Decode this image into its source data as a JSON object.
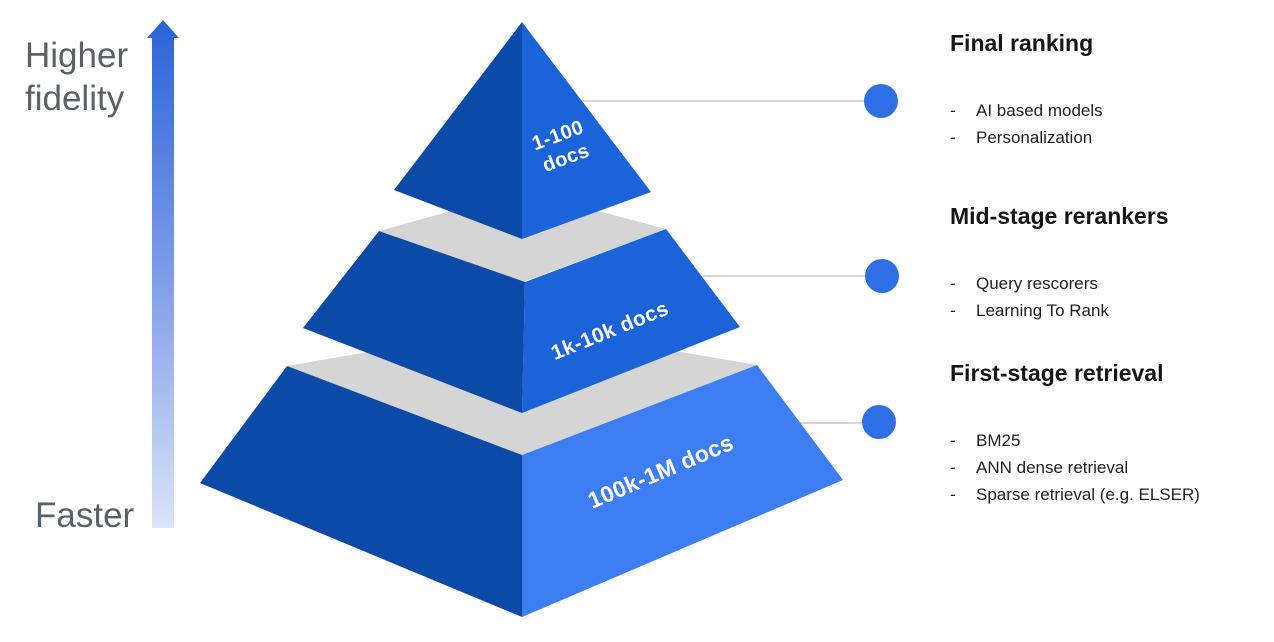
{
  "axis": {
    "top_label": "Higher fidelity",
    "bottom_label": "Faster"
  },
  "pyramid": {
    "tiers": [
      {
        "position": "top",
        "label": "1-100 docs"
      },
      {
        "position": "middle",
        "label": "1k-10k docs"
      },
      {
        "position": "bottom",
        "label": "100k-1M docs"
      }
    ]
  },
  "stages": [
    {
      "title": "Final ranking",
      "items": [
        "AI based models",
        "Personalization"
      ]
    },
    {
      "title": "Mid-stage rerankers",
      "items": [
        "Query rescorers",
        "Learning To Rank"
      ]
    },
    {
      "title": "First-stage retrieval",
      "items": [
        "BM25",
        "ANN dense retrieval",
        "Sparse retrieval (e.g. ELSER)"
      ]
    }
  ],
  "bullet_char": "-",
  "colors": {
    "face_dark": "#0c4aa7",
    "face_mid": "#1b63d8",
    "face_light": "#3d7ef2",
    "platform_gray": "#d5d5d5",
    "connector_gray": "#c9c9c9",
    "circle_blue": "#2e6fe6",
    "arrow_top": "#2a63d8",
    "arrow_mid": "#7d9ce8",
    "arrow_bottom": "#dbe4f8",
    "heading_text": "#151515",
    "body_text": "#212121",
    "axis_text": "#5c6166",
    "tier_text": "#ffffff"
  }
}
